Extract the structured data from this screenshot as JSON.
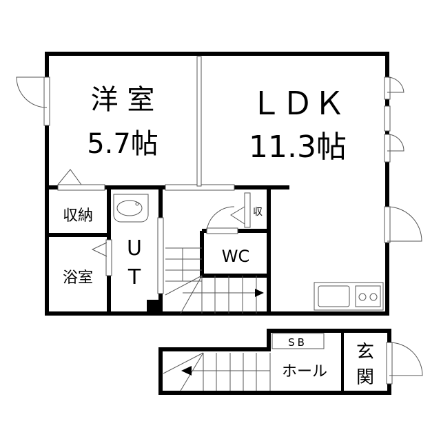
{
  "rooms": {
    "western_room": {
      "name": "洋 室",
      "size": "5.7帖"
    },
    "ldk": {
      "name": "ＬＤＫ",
      "size": "11.3帖"
    },
    "storage": {
      "name": "収納"
    },
    "bath": {
      "name": "浴室"
    },
    "utility": {
      "line1": "U",
      "line2": "T"
    },
    "wc": {
      "name": "WC"
    },
    "small_storage": {
      "name": "収"
    },
    "shoe_box": {
      "name": "SB"
    },
    "hall": {
      "name": "ホール"
    },
    "entrance": {
      "line1": "玄",
      "line2": "関"
    }
  },
  "colors": {
    "wall": "#000000",
    "line": "#555555",
    "background": "#ffffff"
  }
}
